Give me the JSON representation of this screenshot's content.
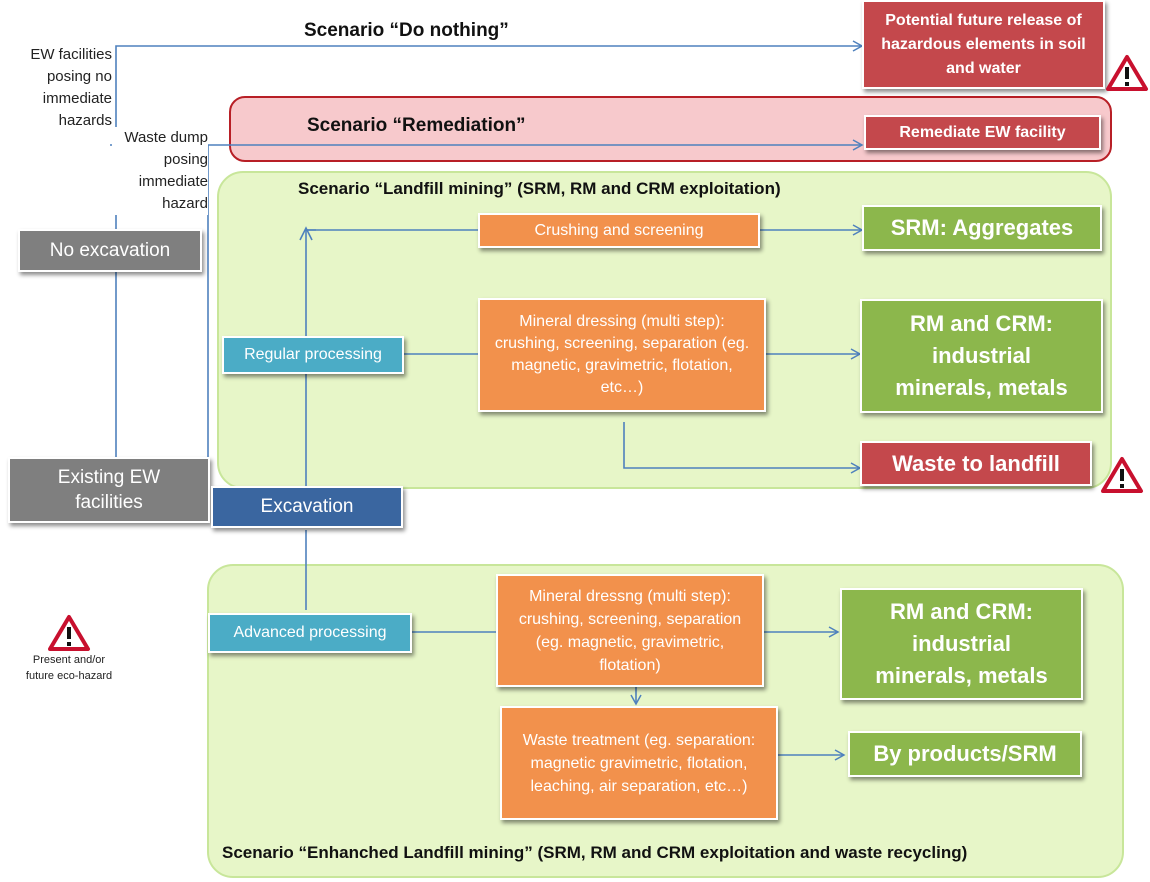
{
  "scenarios": {
    "do_nothing": "Scenario “Do nothing”",
    "remediation": "Scenario “Remediation”",
    "landfill_mining": "Scenario “Landfill mining” (SRM, RM and CRM exploitation)",
    "enhanced": "Scenario “Enhanched Landfill mining” (SRM, RM and CRM exploitation and waste recycling)"
  },
  "left": {
    "ew_no_hazard": "EW facilities posing no immediate hazards",
    "waste_dump": "Waste dump posing immediate hazard",
    "no_excavation": "No excavation",
    "existing_ew": "Existing EW facilities",
    "excavation": "Excavation",
    "legend_hazard": "Present and/or future eco-hazard"
  },
  "boxes": {
    "potential_release": "Potential future release of hazardous elements in soil and water",
    "remediate": "Remediate EW facility",
    "crushing_screening": "Crushing and screening",
    "srm_aggregates": "SRM: Aggregates",
    "regular_processing": "Regular processing",
    "mineral_dressing_1": "Mineral dressing (multi step): crushing, screening, separation (eg. magnetic, gravimetric, flotation, etc…)",
    "rm_crm_1": "RM and CRM: industrial minerals, metals",
    "waste_landfill": "Waste to landfill",
    "advanced_processing": "Advanced processing",
    "mineral_dressing_2": "Mineral dressng (multi step): crushing, screening, separation (eg. magnetic, gravimetric, flotation)",
    "rm_crm_2": "RM and CRM: industrial minerals, metals",
    "waste_treatment": "Waste treatment (eg. separation: magnetic gravimetric, flotation, leaching, air separation, etc…)",
    "by_products": "By products/SRM"
  },
  "colors": {
    "region_green": "#e7f6c8",
    "region_red": "#f7c9cc",
    "red_box": "#c4484c",
    "green_box": "#8cb74c",
    "orange_box": "#f2914c",
    "teal_box": "#4bacc6",
    "gray_box": "#7f7f7f",
    "navy_box": "#3a66a0",
    "arrow": "#4f81bd"
  },
  "icons": [
    "warning-triangle-icon"
  ]
}
